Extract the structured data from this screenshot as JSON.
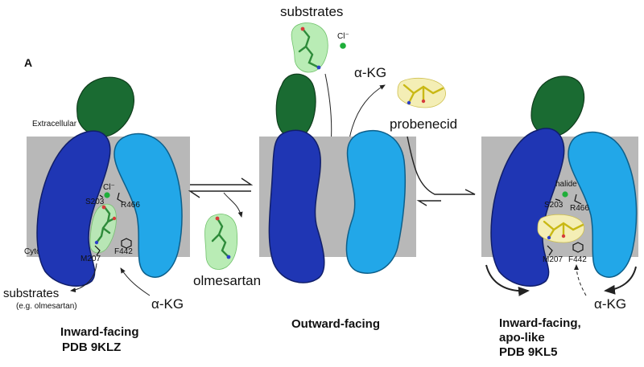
{
  "panel_label": "A",
  "colors": {
    "membrane": "#b8b8b8",
    "dark_blue": "#1f36b4",
    "light_blue": "#22a7e8",
    "extracellular_domain": "#1a6b32",
    "ligand_green": "#3aa84a",
    "ligand_density": "#b9ecb5",
    "ligand_yellow": "#e6d63a",
    "chloride": "#1fae3a"
  },
  "left_panel": {
    "extracellular": "Extracellular",
    "cytosol": "Cytosol",
    "chloride": "Cl⁻",
    "residues": [
      "S203",
      "R466",
      "M207",
      "F442"
    ],
    "substrates": "substrates",
    "substrates_example": "(e.g. olmesartan)",
    "akg": "α-KG",
    "title_line1": "Inward-facing",
    "title_line2": "PDB 9KLZ"
  },
  "middle_panel": {
    "substrates": "substrates",
    "chloride": "Cl⁻",
    "akg": "α-KG",
    "probenecid": "probenecid",
    "olmesartan": "olmesartan",
    "title": "Outward-facing"
  },
  "right_panel": {
    "halide": "halide",
    "residues": [
      "S203",
      "R466",
      "M207",
      "F442"
    ],
    "akg": "α-KG",
    "title_line1": "Inward-facing,",
    "title_line2": "apo-like",
    "title_line3": "PDB 9KL5"
  },
  "icons": [
    "equilibrium-arrows-icon",
    "inhibition-equilibrium-arrows-icon"
  ]
}
